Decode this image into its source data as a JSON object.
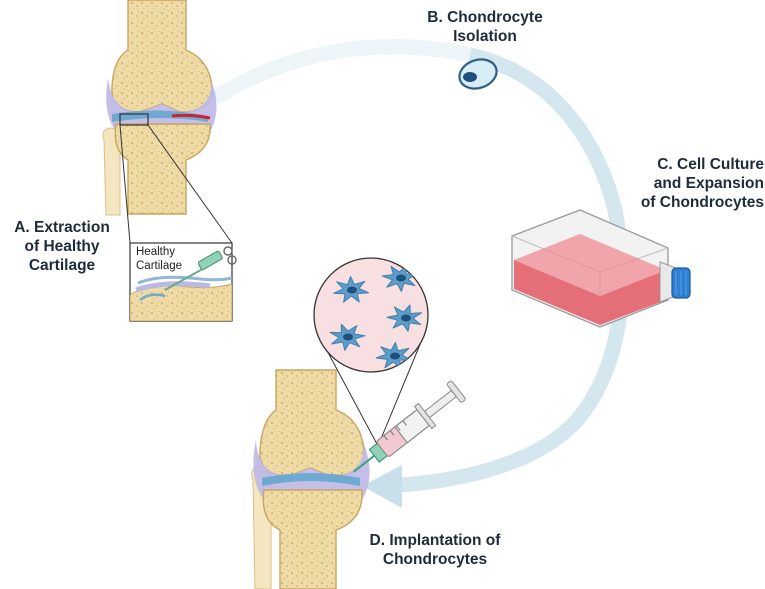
{
  "steps": {
    "a": {
      "line1": "A. Extraction",
      "line2": "of Healthy",
      "line3": "Cartilage"
    },
    "b": {
      "line1": "B. Chondrocyte",
      "line2": "Isolation"
    },
    "c": {
      "line1": "C. Cell Culture",
      "line2": "and Expansion",
      "line3": "of Chondrocytes"
    },
    "d": {
      "line1": "D. Implantation of",
      "line2": "Chondrocytes"
    }
  },
  "inset": {
    "line1": "Healthy",
    "line2": "Cartilage"
  },
  "colors": {
    "bone": "#eedba6",
    "bone_pore": "#d4b270",
    "cartilage": "#b9b6e2",
    "meniscus": "#6fa8d0",
    "arrow": "#cfe4ee",
    "culture_media": "#e2616a",
    "flask_cap": "#2d7fd4",
    "cell": "#5c9ec9",
    "cell_nucleus": "#1f4f7a",
    "magnifier_bg": "#f7dfe2",
    "damage": "#c8252f"
  },
  "icons": [
    "knee-joint-icon",
    "chondrocyte-icon",
    "culture-flask-icon",
    "syringe-icon",
    "biopsy-needle-icon",
    "cell-magnifier-icon",
    "process-arrow-icon"
  ]
}
